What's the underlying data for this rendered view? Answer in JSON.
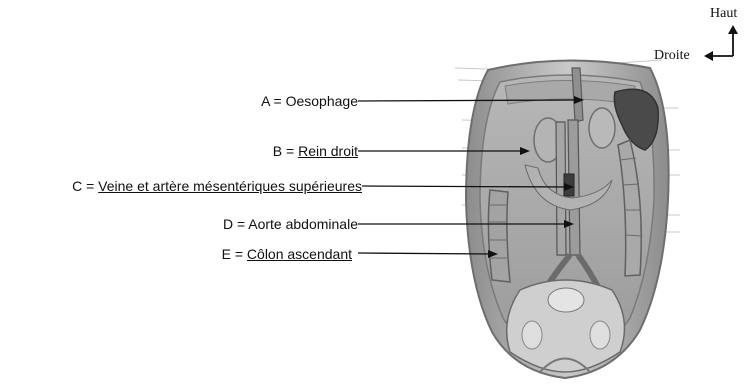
{
  "compass": {
    "up": "Haut",
    "side": "Droite"
  },
  "labels": [
    {
      "id": "A",
      "prefix": "A = ",
      "term": "Oesophage",
      "underlined": false
    },
    {
      "id": "B",
      "prefix": "B = ",
      "term": "Rein droit",
      "underlined": true
    },
    {
      "id": "C",
      "prefix": "C = ",
      "term": "Veine et artère mésentériques supérieures",
      "underlined": true
    },
    {
      "id": "D",
      "prefix": "D = ",
      "term": "Aorte abdominale",
      "underlined": false
    },
    {
      "id": "E",
      "prefix": "E = ",
      "term": "Côlon ascendant",
      "underlined": true
    }
  ]
}
